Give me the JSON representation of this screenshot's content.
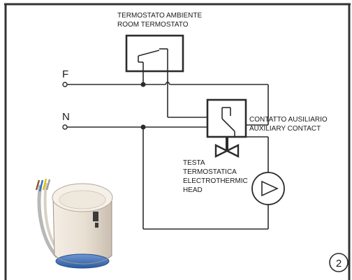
{
  "labels": {
    "room_thermostat_it": "TERMOSTATO AMBIENTE",
    "room_thermostat_en": "ROOM TERMOSTATO",
    "phase": "F",
    "neutral": "N",
    "aux_contact_it": "CONTATTO AUSILIARIO",
    "aux_contact_en": "AUXILIARY CONTACT",
    "head_line1": "TESTA",
    "head_line2": "TERMOSTATICA",
    "head_line3": "ELECTROTHERMIC",
    "head_line4": "HEAD",
    "figure_number": "2"
  },
  "colors": {
    "line": "#2b2b2b",
    "frame": "#333333",
    "actuator_body": "#ece4d8",
    "actuator_base": "#3b6fb6",
    "wire_brown": "#8b5a2b",
    "wire_blue": "#2f6dc9",
    "wire_yellow": "#e0c000",
    "wire_grey": "#9a9a9a"
  }
}
